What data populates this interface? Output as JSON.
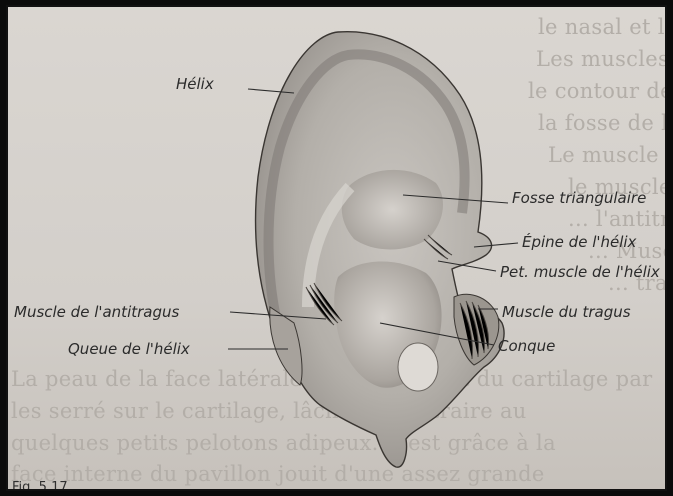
{
  "labels": {
    "helix": "Hélix",
    "fosse": "Fosse triangulaire",
    "epine": "Épine de l'hélix",
    "pet_muscle": "Pet. muscle de l'hélix",
    "antitragus": "Muscle de l'antitragus",
    "tragus": "Muscle du tragus",
    "queue": "Queue de l'hélix",
    "conque": "Conque"
  },
  "caption": "Fig. 5.17",
  "background_text": [
    "le nasal et l'oreille externe. Le nombre occupe",
    "Les muscles intrinsèques du pavillon sont disposés",
    "le contour de la fosse ... muscles de",
    "la fosse de l'hélix, le petit muscle",
    "Le muscle du tragus (tragicus) ... cartilagineuse",
    "le muscle ... surtout ...",
    "... l'antitragus ... triangulaire ... l'hélix ... médiale",
    "... Muscle ... de l'antitragus ... ligaments ...",
    "... tragus ... conque ...",
    "La peau de la face latérale du pavillon est du cartilage par",
    "les serré sur le cartilage, lâche au contraire au",
    "quelques petits pelotons adipeux. C'est grâce à la",
    "face interne du pavillon jouit d'une assez grande"
  ]
}
